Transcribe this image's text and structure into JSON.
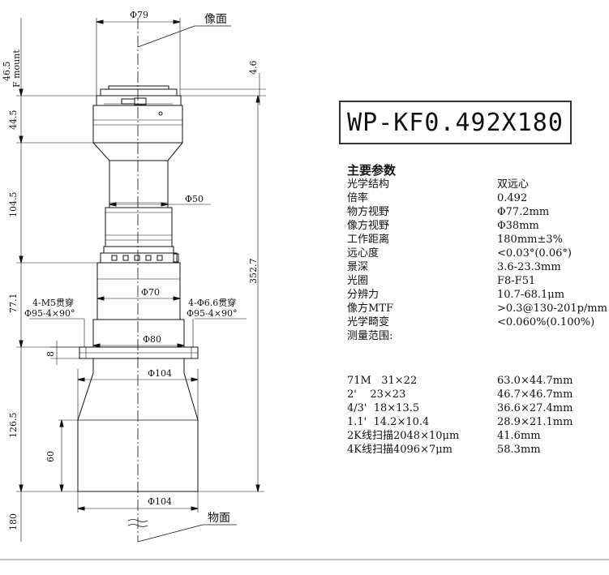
{
  "drawing": {
    "image_plane_label": "像面",
    "object_plane_label": "物面",
    "mount_label": "F mount",
    "dims": {
      "top_dia": "Φ79",
      "mount_height": "46.5",
      "flange": "4.6",
      "h1": "44.5",
      "h2": "104.5",
      "dia50": "Φ50",
      "total": "352.7",
      "dia70": "Φ70",
      "h3": "77.1",
      "holes_left_1": "4-M5贯穿",
      "holes_left_2": "Φ95-4×90°",
      "holes_right_1": "4-Φ6.6贯穿",
      "holes_right_2": "Φ95-4×90°",
      "dia80": "Φ80",
      "h4": "8",
      "dia104_a": "Φ104",
      "h5": "126.5",
      "h6": "60",
      "dia104_b": "Φ104",
      "wd": "180"
    }
  },
  "model": "WP-KF0.492X180",
  "specs_title": "主要参数",
  "specs": [
    {
      "k": "光学结构",
      "v": "双远心"
    },
    {
      "k": "倍率",
      "v": "0.492"
    },
    {
      "k": "物方视野",
      "v": "Φ77.2mm"
    },
    {
      "k": "像方视野",
      "v": "Φ38mm"
    },
    {
      "k": "工作距离",
      "v": "180mm±3%"
    },
    {
      "k": "远心度",
      "v": "<0.03°(0.06°)"
    },
    {
      "k": "景深",
      "v": "3.6-23.3mm"
    },
    {
      "k": "光圈",
      "v": "F8-F51"
    },
    {
      "k": "分辨力",
      "v": "10.7-68.1μm"
    },
    {
      "k": "像方MTF",
      "v": ">0.3@130-201p/mm"
    },
    {
      "k": "光学畸变",
      "v": "<0.060%(0.100%)"
    },
    {
      "k": "测量范围:",
      "v": ""
    }
  ],
  "ranges": [
    {
      "k": "71M   31×22",
      "v": "63.0×44.7mm"
    },
    {
      "k": "2'    23×23",
      "v": "46.7×46.7mm"
    },
    {
      "k": "4/3'  18×13.5",
      "v": "36.6×27.4mm"
    },
    {
      "k": "1.1'  14.2×10.4",
      "v": "28.9×21.1mm"
    },
    {
      "k": "2K线扫描2048×10μm",
      "v": "41.6mm"
    },
    {
      "k": "4K线扫描4096×7μm",
      "v": "58.3mm"
    }
  ]
}
